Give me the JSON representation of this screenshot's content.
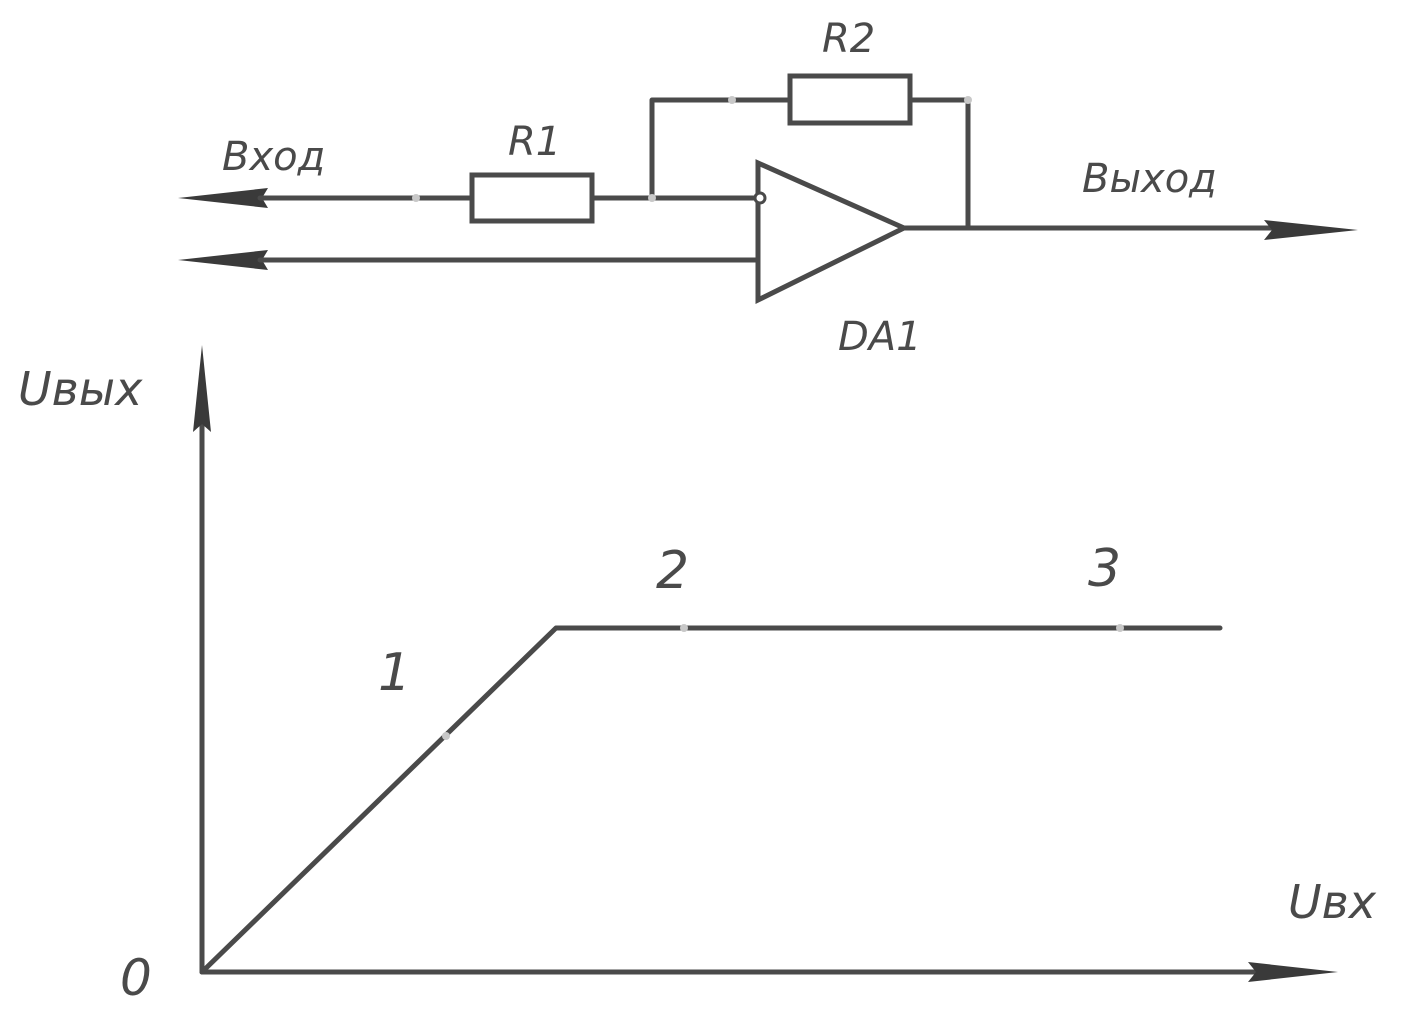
{
  "circuit": {
    "input_label": "Вход",
    "output_label": "Выход",
    "r1_label": "R1",
    "r2_label": "R2",
    "opamp_label": "DA1"
  },
  "graph": {
    "y_axis_label": "Uвых",
    "x_axis_label": "Uвх",
    "origin_label": "0",
    "point_labels": [
      "1",
      "2",
      "3"
    ]
  }
}
